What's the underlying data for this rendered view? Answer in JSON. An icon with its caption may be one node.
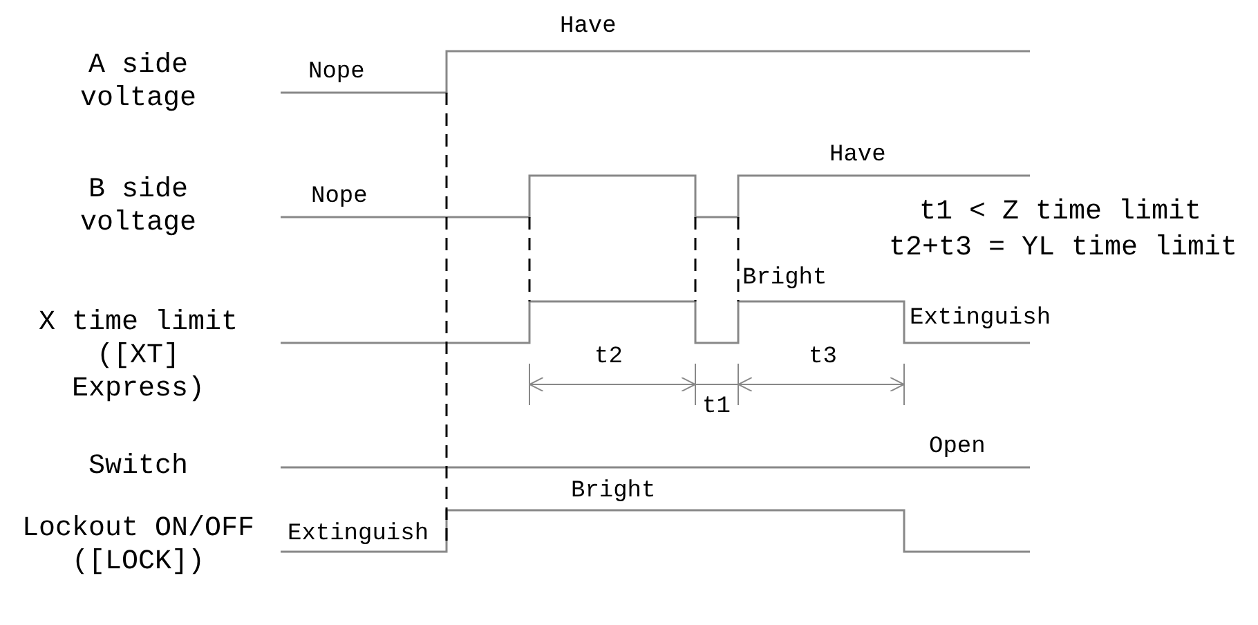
{
  "diagram": {
    "labels": [
      "Have",
      "A side voltage",
      "Nope",
      "Have",
      "B side voltage",
      "Nope",
      "t1 < Z time limit",
      "Bright",
      "t2+t3 = YL time limit",
      "X time limit ([XT] Express)",
      "Extinguish",
      "t2",
      "t3",
      "t1",
      "Switch",
      "Open",
      "Bright",
      "Lockout ON/OFF ([LOCK])",
      "Extinguish"
    ]
  }
}
